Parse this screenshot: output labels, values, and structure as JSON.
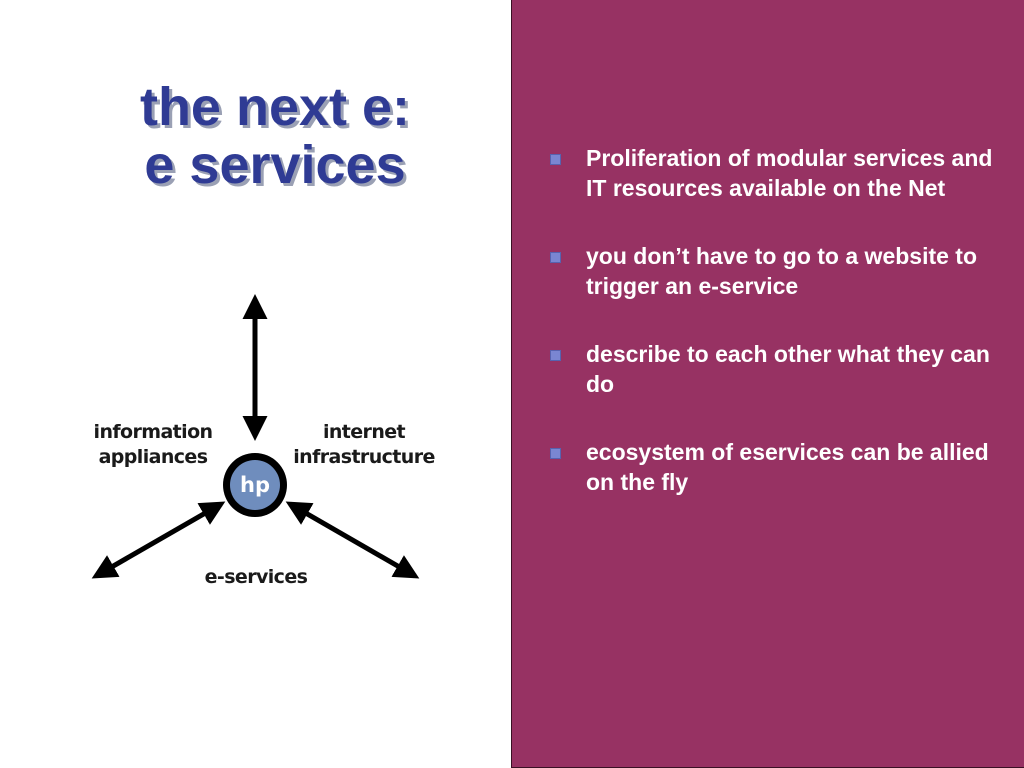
{
  "title": {
    "line1": "the next e:",
    "line2": "e services"
  },
  "diagram": {
    "logo_text": "hp",
    "label_left": [
      "information",
      "appliances"
    ],
    "label_right": [
      "internet",
      "infrastructure"
    ],
    "label_bottom": "e-services",
    "colors": {
      "logo_fill": "#6f8dbd",
      "ring": "#000000",
      "arrows": "#000000"
    }
  },
  "panel": {
    "background": "#973263",
    "bullet_color": "#7a86d2",
    "bullets": [
      {
        "text": "Proliferation of modular services and IT resources available on the Net"
      },
      {
        "text": "you don’t have to go to a website to trigger an e-service"
      },
      {
        "text": "describe to each other what they can do"
      },
      {
        "text": "ecosystem of eservices can be allied on the fly"
      }
    ]
  }
}
